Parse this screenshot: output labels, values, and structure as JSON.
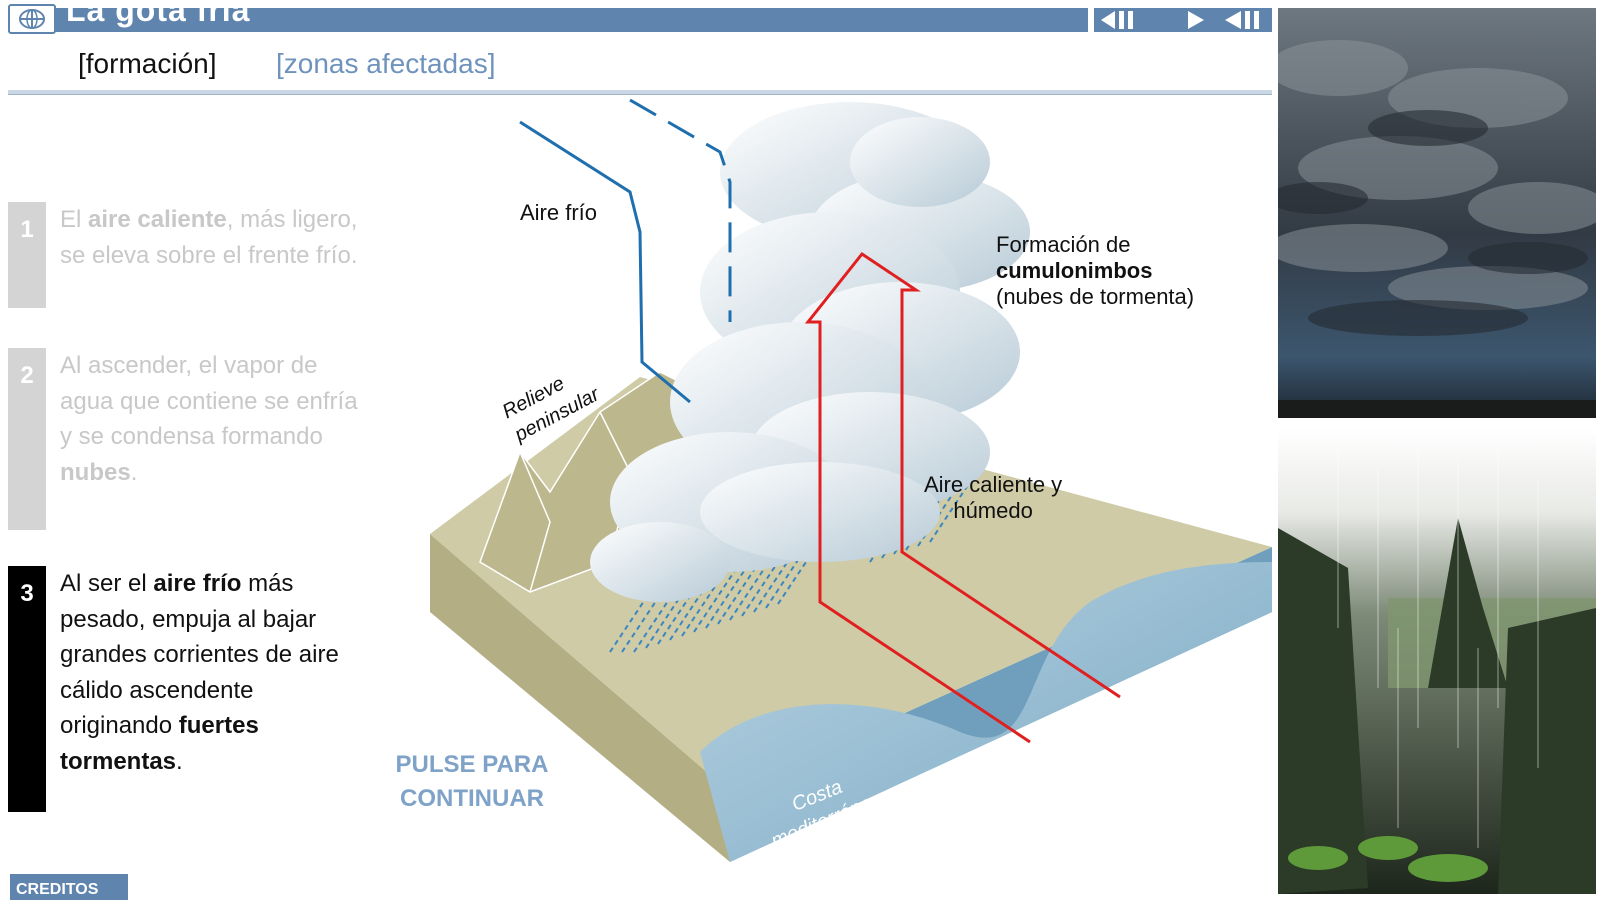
{
  "header": {
    "title": "La gota fría",
    "icons": {
      "globe": "globe-icon",
      "prev": "prev-icon",
      "next": "next-icon",
      "back": "back-icon"
    }
  },
  "tabs": [
    {
      "label": "[formación]",
      "active": true
    },
    {
      "label": "[zonas afectadas]",
      "active": false
    }
  ],
  "steps": [
    {
      "number": "1",
      "parts": [
        "El ",
        "aire caliente",
        ", más ligero, se eleva sobre el frente frío."
      ],
      "active": false
    },
    {
      "number": "2",
      "parts": [
        "Al ascender, el vapor de agua que contiene se enfría y se condensa formando ",
        "nubes",
        "."
      ],
      "active": false
    },
    {
      "number": "3",
      "parts": [
        "Al ser el ",
        "aire frío",
        " más pesado, empuja al bajar grandes corrientes de aire cálido ascendente originando ",
        "fuertes tormentas",
        "."
      ],
      "active": true
    }
  ],
  "diagram": {
    "label_cold_air": "Aire frío",
    "label_cb_line1": "Formación de",
    "label_cb_bold": "cumulonimbos",
    "label_cb_line3": "(nubes de tormenta)",
    "label_relief": "Relieve peninsular",
    "label_warm_line1": "Aire caliente y",
    "label_warm_line2": "húmedo",
    "label_coast": "Costa mediterránea"
  },
  "pulse": {
    "line1": "PULSE PARA",
    "line2": "CONTINUAR"
  },
  "creditos": "CREDITOS",
  "colors": {
    "header_blue": "#5f84ad",
    "tab_inactive": "#6f93bd",
    "cold_arrow": "#1f6fae",
    "warm_arrow": "#e02020",
    "terrain": "#c9c6a0",
    "sea": "#8fb8d0"
  }
}
